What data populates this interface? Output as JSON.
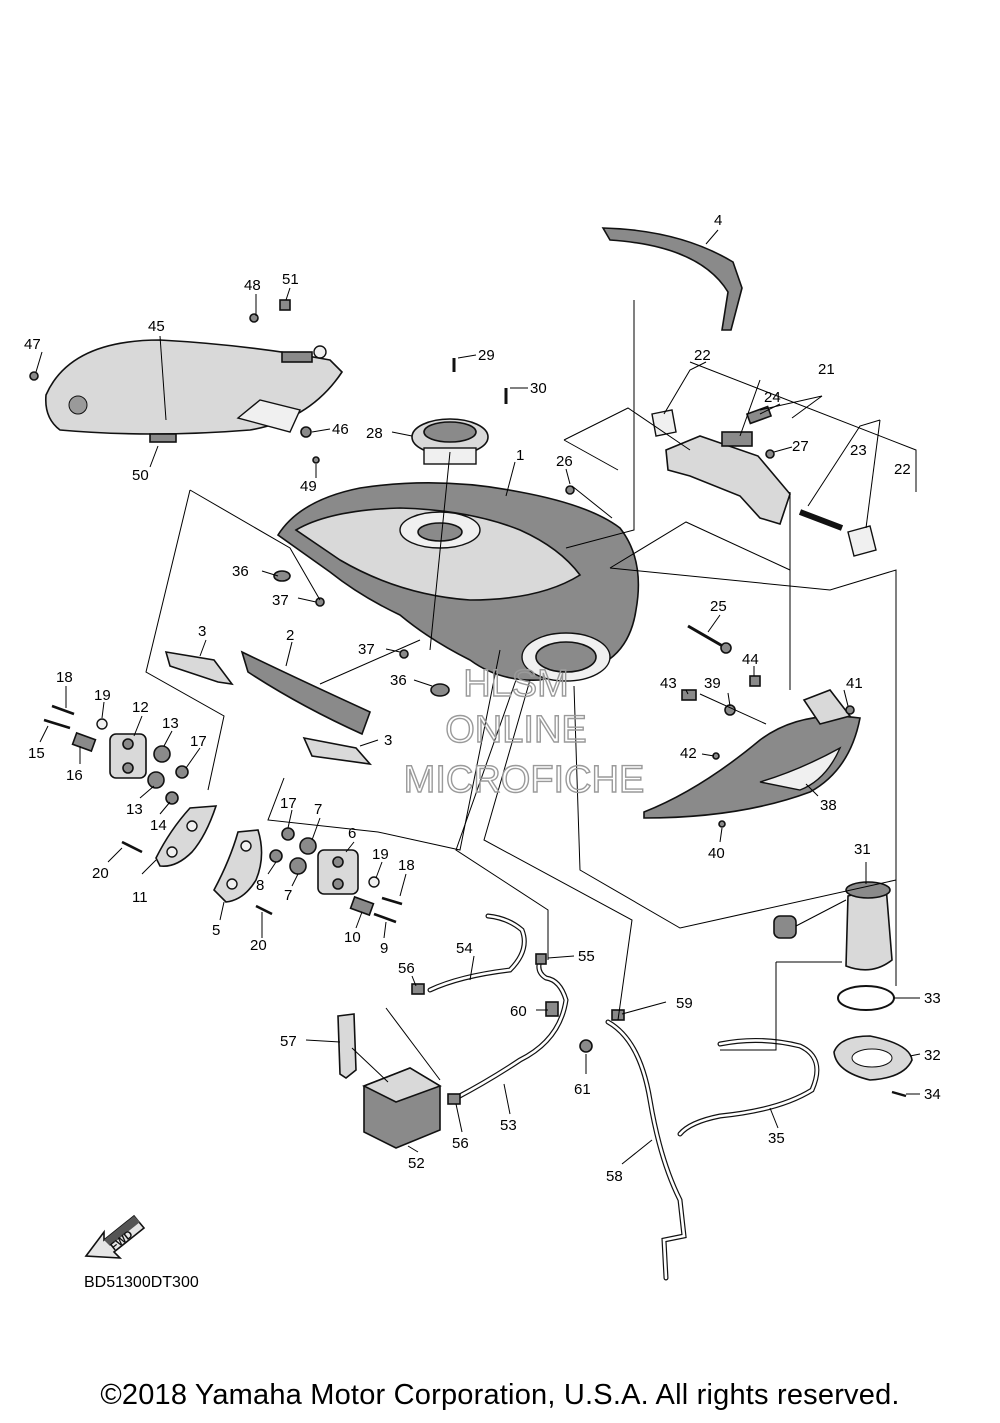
{
  "diagram": {
    "callouts": [
      "1",
      "2",
      "3",
      "4",
      "5",
      "6",
      "7",
      "8",
      "9",
      "10",
      "11",
      "12",
      "13",
      "14",
      "15",
      "16",
      "17",
      "18",
      "19",
      "20",
      "21",
      "22",
      "23",
      "24",
      "25",
      "26",
      "27",
      "28",
      "29",
      "30",
      "31",
      "32",
      "33",
      "34",
      "35",
      "36",
      "37",
      "38",
      "39",
      "40",
      "41",
      "42",
      "43",
      "44",
      "45",
      "46",
      "47",
      "48",
      "49",
      "50",
      "51",
      "52",
      "53",
      "54",
      "55",
      "56",
      "57",
      "58",
      "59",
      "60",
      "61"
    ],
    "direction_badge": "FWD",
    "watermark": [
      "HLSM",
      "ONLINE",
      "MICROFICHE"
    ]
  },
  "footer": {
    "drawing_code": "BD51300DT300",
    "copyright": "©2018 Yamaha Motor Corporation, U.S.A. All rights reserved."
  }
}
